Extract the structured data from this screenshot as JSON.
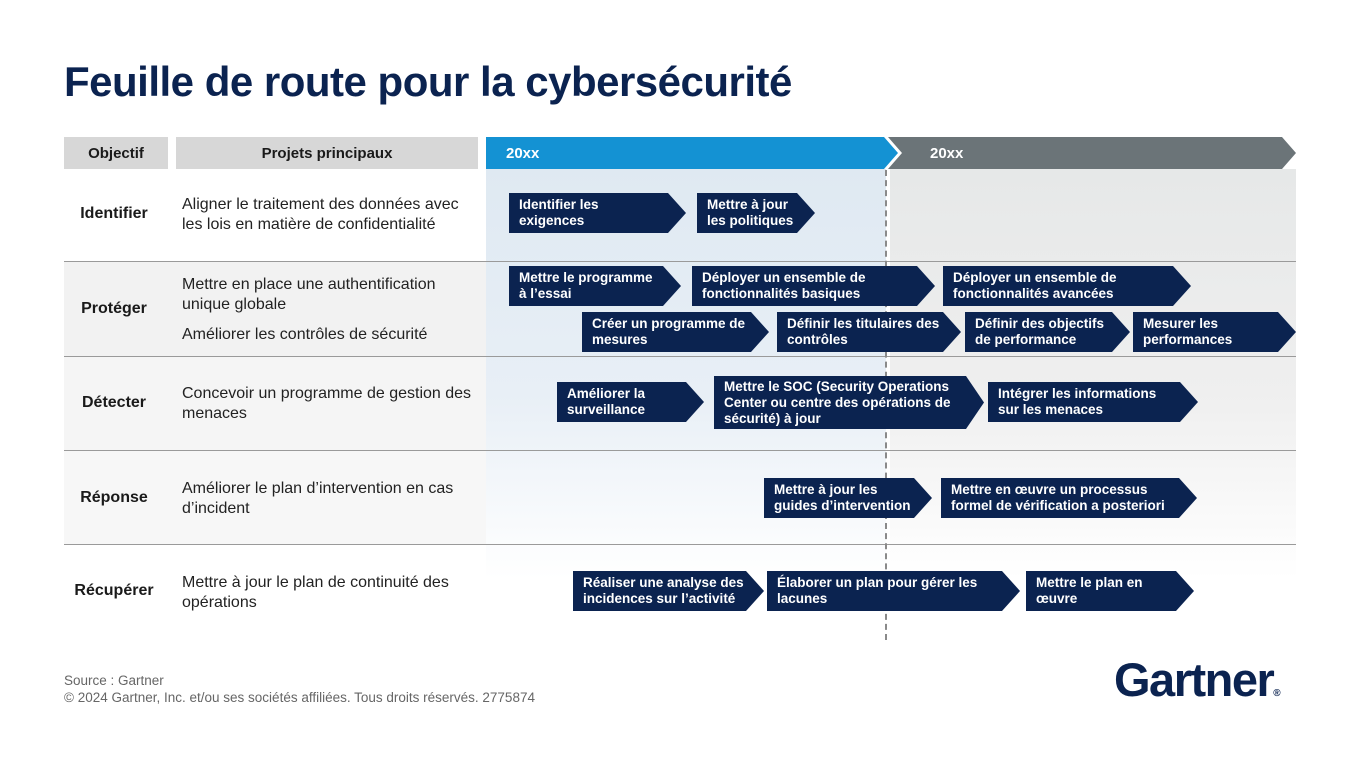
{
  "title": "Feuille de route pour la cybersécurité",
  "header": {
    "objective": "Objectif",
    "projects": "Projets principaux",
    "phase1": "20xx",
    "phase2": "20xx"
  },
  "rows": [
    {
      "objective": "Identifier",
      "projects": [
        "Aligner le traitement des données avec les lois en matière de confidentialité"
      ]
    },
    {
      "objective": "Protéger",
      "projects": [
        "Mettre en place une authentification unique globale",
        "Améliorer les contrôles de sécurité"
      ]
    },
    {
      "objective": "Détecter",
      "projects": [
        "Concevoir un programme de gestion des menaces"
      ]
    },
    {
      "objective": "Réponse",
      "projects": [
        "Améliorer le plan d’intervention en cas d’incident"
      ]
    },
    {
      "objective": "Récupérer",
      "projects": [
        "Mettre à jour le plan de continuité des opérations"
      ]
    }
  ],
  "tasks": {
    "identify_1": "Identifier les exigences",
    "identify_2": "Mettre à jour les politiques",
    "protect_1": "Mettre le programme à l’essai",
    "protect_2": "Déployer un ensemble de fonctionnalités basiques",
    "protect_3": "Déployer un ensemble de fonctionnalités avancées",
    "protect_4": "Créer un programme de mesures",
    "protect_5": "Définir les titulaires des contrôles",
    "protect_6": "Définir des objectifs de performance",
    "protect_7": "Mesurer les performances",
    "detect_1": "Améliorer la surveillance",
    "detect_2": "Mettre le SOC (Security Operations Center ou centre des opérations de sécurité) à jour",
    "detect_3": "Intégrer les informations sur les menaces",
    "respond_1": "Mettre à jour les guides d’intervention",
    "respond_2": "Mettre en œuvre un processus formel de vérification a posteriori",
    "recover_1": "Réaliser une analyse des incidences sur l’activité",
    "recover_2": "Élaborer un plan pour gérer les lacunes",
    "recover_3": "Mettre le plan en œuvre"
  },
  "footer": {
    "source": "Source : Gartner",
    "copyright": "© 2024 Gartner, Inc. et/ou ses sociétés affiliées. Tous droits réservés. 2775874"
  },
  "logo": {
    "text": "Gartner",
    "mark": "®"
  },
  "colors": {
    "navy": "#0b2350",
    "phase1": "#1492d3",
    "phase2": "#6b7478",
    "header_gray": "#d7d7d7"
  }
}
